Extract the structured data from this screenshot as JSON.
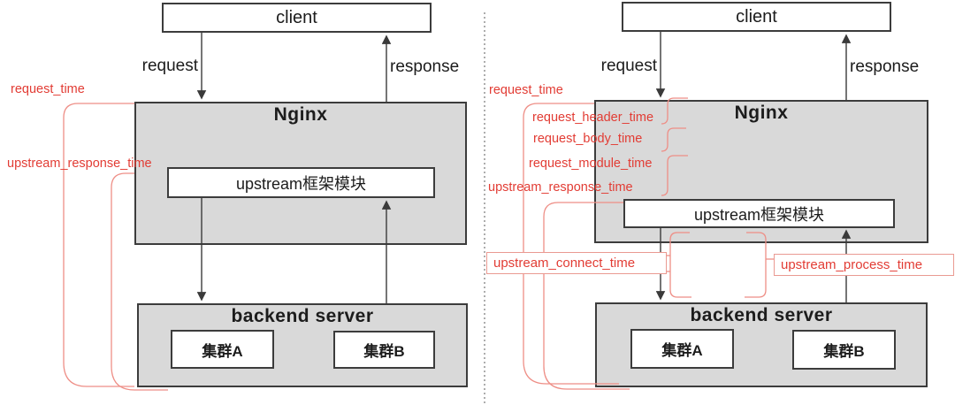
{
  "colors": {
    "box_fill": "#d9d9d9",
    "box_border": "#3c3c3c",
    "black_line": "#3a3a3a",
    "annotation_text": "#e23c34",
    "annotation_line": "#ee8e86",
    "divider": "#8a8a8a"
  },
  "left_panel": {
    "client_label": "client",
    "request_label": "request",
    "response_label": "response",
    "nginx_label": "Nginx",
    "module_label": "upstream框架模块",
    "backend_label": "backend server",
    "cluster_a_label": "集群A",
    "cluster_b_label": "集群B",
    "annotations": {
      "request_time": "request_time",
      "upstream_response_time": "upstream_response_time"
    }
  },
  "right_panel": {
    "client_label": "client",
    "request_label": "request",
    "response_label": "response",
    "nginx_label": "Nginx",
    "module_label": "upstream框架模块",
    "backend_label": "backend server",
    "cluster_a_label": "集群A",
    "cluster_b_label": "集群B",
    "annotations": {
      "request_time": "request_time",
      "request_header_time": "request_header_time",
      "request_body_time": "request_body_time",
      "request_module_time": "request_module_time",
      "upstream_response_time": "upstream_response_time",
      "upstream_connect_time": "upstream_connect_time",
      "upstream_process_time": "upstream_process_time"
    }
  }
}
